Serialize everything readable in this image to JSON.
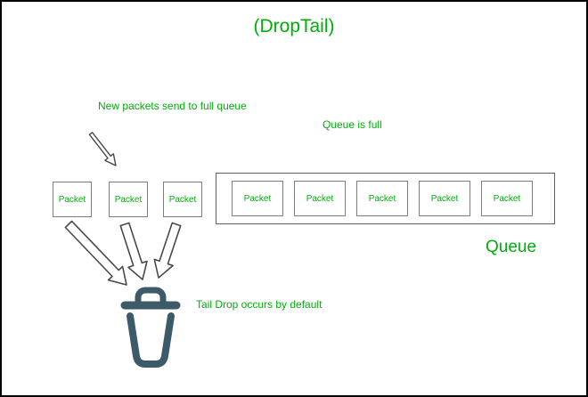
{
  "title": "(DropTail)",
  "labels": {
    "new_packets": "New packets send to full queue",
    "queue_full": "Queue is full",
    "queue": "Queue",
    "tail_drop": "Tail Drop occurs by default"
  },
  "incoming_packets": [
    "Packet",
    "Packet",
    "Packet"
  ],
  "queue_packets": [
    "Packet",
    "Packet",
    "Packet",
    "Packet",
    "Packet"
  ],
  "icons": {
    "trash_can": "trash-can-icon",
    "drop_arrows": "drop-arrow-icon",
    "incoming_arrow": "incoming-arrow-icon"
  },
  "colors": {
    "text_green": "#00ae0b",
    "box_border": "#7e7e7e",
    "arrow_outline": "#4a4a4a",
    "trash": "#3d5a68",
    "canvas_border": "#000000"
  }
}
